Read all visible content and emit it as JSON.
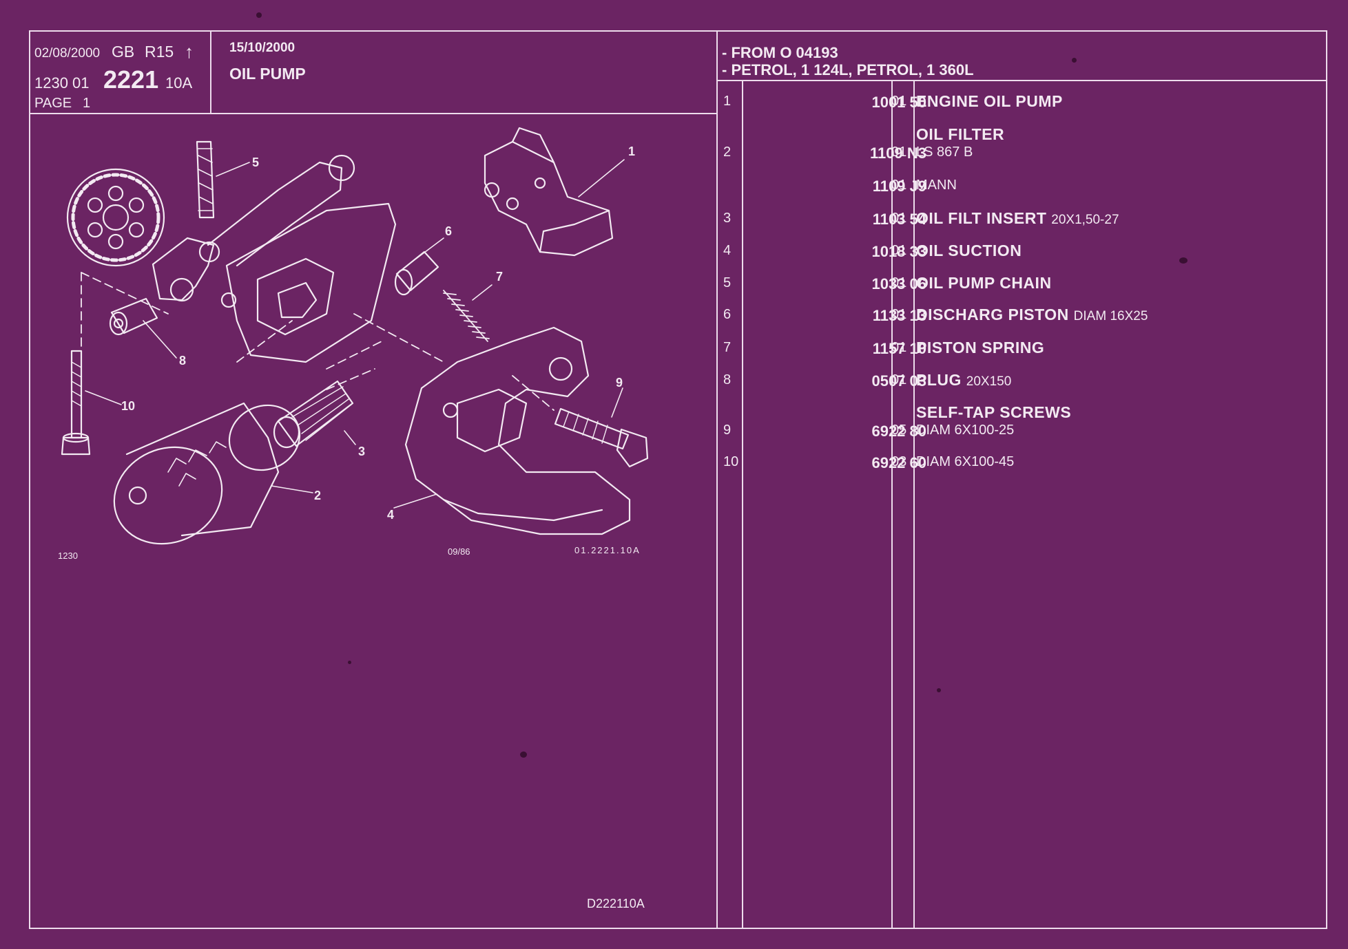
{
  "header": {
    "print_date": "02/08/2000",
    "region": "GB",
    "range": "R15",
    "arrow": "↑",
    "group_prefix": "1230 01",
    "group_number": "2221",
    "group_suffix": "10A",
    "page_label": "PAGE",
    "page_number": "1",
    "revision_date": "15/10/2000",
    "title": "OIL PUMP"
  },
  "applicability": [
    "- FROM  O   04193",
    "- PETROL, 1 124L, PETROL, 1 360L"
  ],
  "diagram": {
    "callouts": [
      "1",
      "2",
      "3",
      "4",
      "5",
      "6",
      "7",
      "8",
      "9",
      "10"
    ],
    "code_left": "1230",
    "code_mid": "09/86",
    "code_right": "01.2221.10A",
    "plate_id": "D222110A"
  },
  "parts": [
    {
      "num": "1",
      "ref": "1001 50",
      "qty": "01",
      "desc": "ENGINE OIL PUMP",
      "detail": ""
    },
    {
      "num": "",
      "ref": "",
      "qty": "",
      "desc": "OIL FILTER",
      "detail": ""
    },
    {
      "num": "2",
      "ref": "1109 N3",
      "qty": "01",
      "desc": "",
      "detail": "LS 867 B"
    },
    {
      "num": "",
      "ref": "1109 J9",
      "qty": "01",
      "desc": "",
      "detail": "MANN"
    },
    {
      "num": "3",
      "ref": "1103 54",
      "qty": "01",
      "desc": "OIL FILT INSERT",
      "detail": "20X1,50-27"
    },
    {
      "num": "4",
      "ref": "1018 33",
      "qty": "01",
      "desc": "OIL SUCTION",
      "detail": ""
    },
    {
      "num": "5",
      "ref": "1033 06",
      "qty": "01",
      "desc": "OIL PUMP CHAIN",
      "detail": ""
    },
    {
      "num": "6",
      "ref": "1133 13",
      "qty": "01",
      "desc": "DISCHARG PISTON",
      "detail": "DIAM 16X25"
    },
    {
      "num": "7",
      "ref": "1157 10",
      "qty": "01",
      "desc": "PISTON SPRING",
      "detail": ""
    },
    {
      "num": "8",
      "ref": "0507 03",
      "qty": "01",
      "desc": "PLUG",
      "detail": "20X150"
    },
    {
      "num": "",
      "ref": "",
      "qty": "",
      "desc": "SELF-TAP SCREWS",
      "detail": ""
    },
    {
      "num": "9",
      "ref": "6922 80",
      "qty": "05",
      "desc": "",
      "detail": "DIAM 6X100-25"
    },
    {
      "num": "10",
      "ref": "6922 60",
      "qty": "03",
      "desc": "",
      "detail": "DIAM 6X100-45"
    }
  ],
  "colors": {
    "background": "#6b2463",
    "ink": "#f3eaf2",
    "rule": "#eedded"
  }
}
